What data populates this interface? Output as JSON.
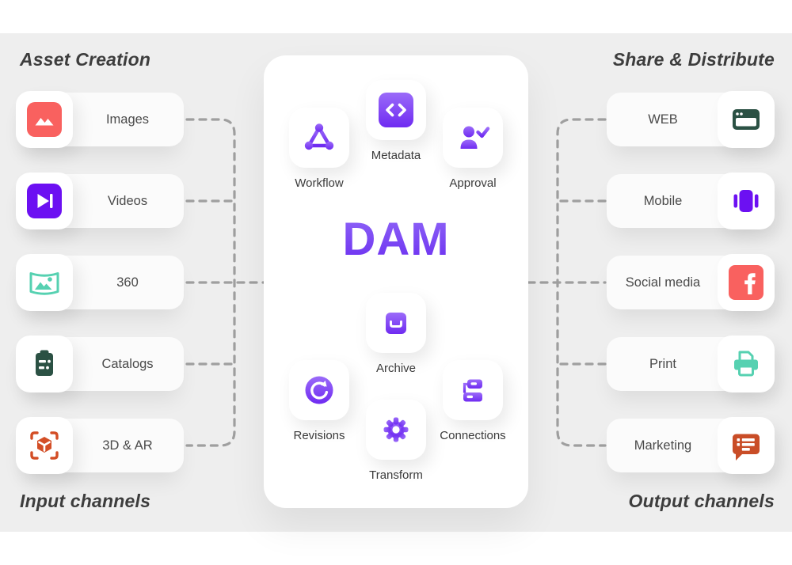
{
  "colors": {
    "background": "#EEEEEE",
    "surface": "#FFFFFF",
    "heading_text": "#3D3D3D",
    "label_text": "#4A4A4A",
    "connector": "#9F9F9F",
    "icon_gradient_top": "#9B6BF9",
    "icon_gradient_bottom": "#6F2BF1",
    "dam_gradient_top": "#8F66F7",
    "dam_gradient_bottom": "#6B2EF0"
  },
  "headings": {
    "asset_creation": "Asset Creation",
    "share_distribute": "Share & Distribute",
    "input_channels": "Input channels",
    "output_channels": "Output channels"
  },
  "dam": {
    "title": "DAM",
    "features": {
      "workflow": "Workflow",
      "metadata": "Metadata",
      "approval": "Approval",
      "archive": "Archive",
      "revisions": "Revisions",
      "transform": "Transform",
      "connections": "Connections"
    }
  },
  "input_channels": [
    {
      "label": "Images",
      "icon": "image-icon",
      "color": "#F9615F"
    },
    {
      "label": "Videos",
      "icon": "video-play-icon",
      "color": "#6C10F2"
    },
    {
      "label": "360",
      "icon": "panorama-icon",
      "color": "#56D1B1"
    },
    {
      "label": "Catalogs",
      "icon": "clipboard-icon",
      "color": "#2B5144"
    },
    {
      "label": "3D & AR",
      "icon": "cube-scan-icon",
      "color": "#D34E26"
    }
  ],
  "output_channels": [
    {
      "label": "WEB",
      "icon": "browser-icon",
      "color": "#2B5144"
    },
    {
      "label": "Mobile",
      "icon": "mobile-icon",
      "color": "#6C10F2"
    },
    {
      "label": "Social media",
      "icon": "facebook-icon",
      "color": "#F9615F"
    },
    {
      "label": "Print",
      "icon": "printer-icon",
      "color": "#56D1B1"
    },
    {
      "label": "Marketing",
      "icon": "chat-list-icon",
      "color": "#C94D27"
    }
  ]
}
